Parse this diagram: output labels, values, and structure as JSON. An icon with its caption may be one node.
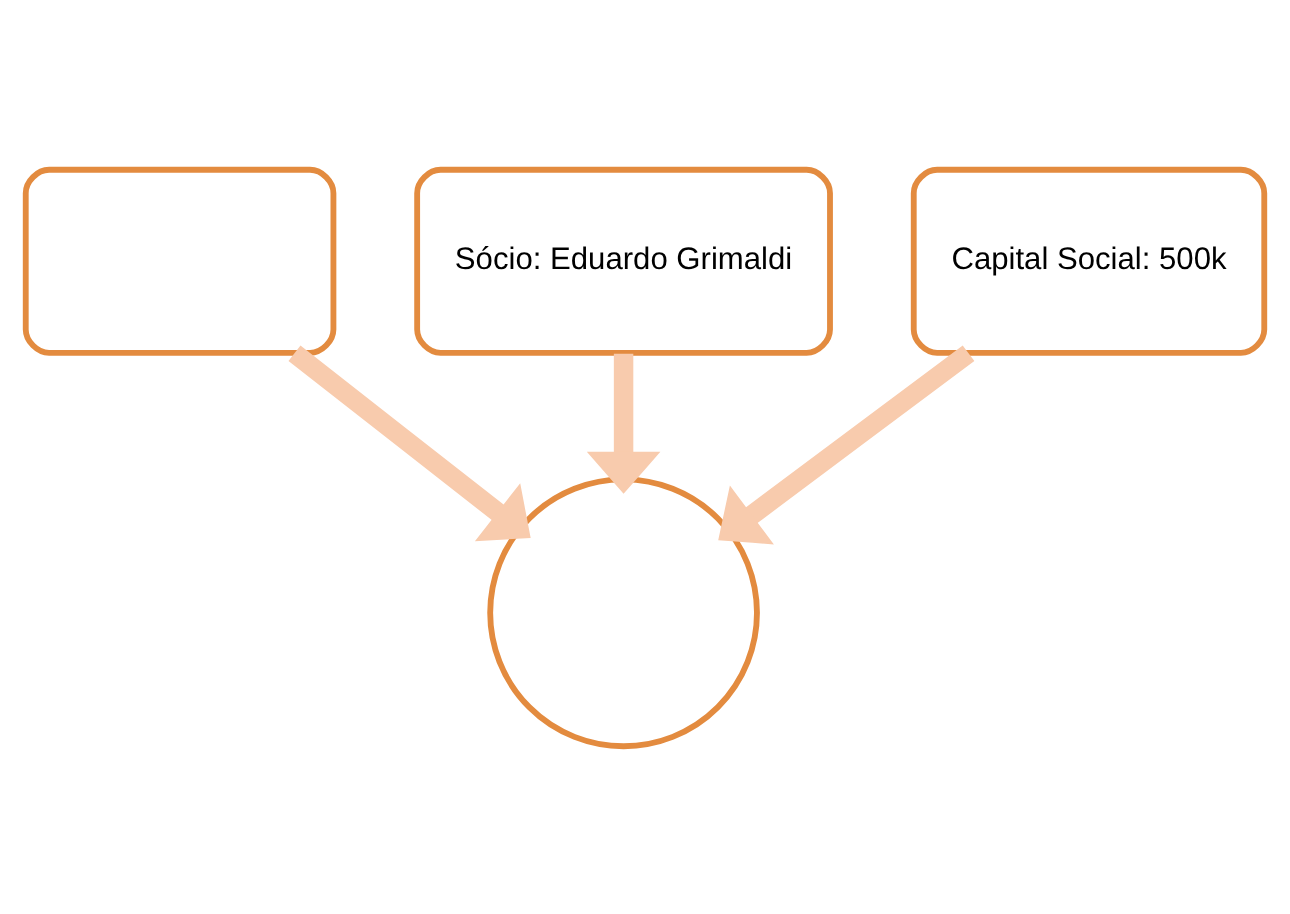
{
  "diagram": {
    "nodes": [
      {
        "text": [
          "Sócio: Eduardo Grimaldi"
        ]
      },
      {
        "text": [],
        "shape": "box"
      },
      {
        "text": [
          "Capital Social: 500k"
        ]
      },
      {
        "text": [],
        "shape": "circle"
      }
    ],
    "edges": [
      {
        "from": 1,
        "to": 3,
        "arrow": "to"
      },
      {
        "from": 0,
        "to": 3,
        "arrow": "to"
      },
      {
        "from": 2,
        "to": 3,
        "arrow": "to"
      }
    ]
  }
}
